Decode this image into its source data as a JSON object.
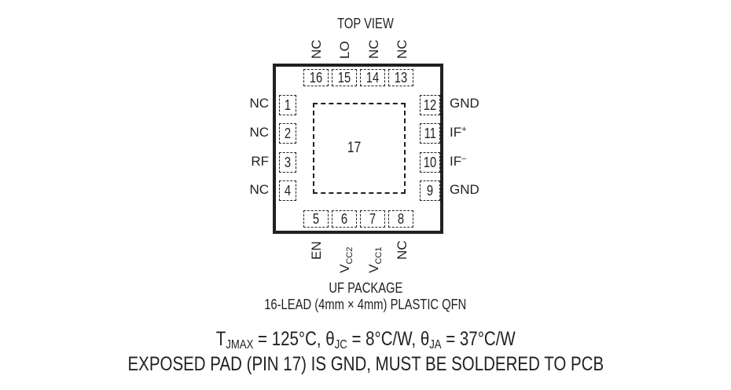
{
  "diagram": {
    "view_title": "TOP VIEW",
    "exposed_pad": {
      "number": "17"
    },
    "pins": {
      "top": [
        {
          "number": "16",
          "name": "NC"
        },
        {
          "number": "15",
          "name": "LO"
        },
        {
          "number": "14",
          "name": "NC"
        },
        {
          "number": "13",
          "name": "NC"
        }
      ],
      "left": [
        {
          "number": "1",
          "name": "NC"
        },
        {
          "number": "2",
          "name": "NC"
        },
        {
          "number": "3",
          "name": "RF"
        },
        {
          "number": "4",
          "name": "NC"
        }
      ],
      "right": [
        {
          "number": "12",
          "name": "GND"
        },
        {
          "number": "11",
          "name": "IF",
          "superscript": "+"
        },
        {
          "number": "10",
          "name": "IF",
          "superscript": "–"
        },
        {
          "number": "9",
          "name": "GND"
        }
      ],
      "bottom": [
        {
          "number": "5",
          "name": "EN"
        },
        {
          "number": "6",
          "name": "V",
          "subscript": "CC2"
        },
        {
          "number": "7",
          "name": "V",
          "subscript": "CC1"
        },
        {
          "number": "8",
          "name": "NC"
        }
      ]
    },
    "package_name": "UF PACKAGE",
    "package_desc": "16-LEAD (4mm × 4mm) PLASTIC QFN",
    "thermal": {
      "tj_symbol": "T",
      "tj_sub": "JMAX",
      "tj_value": " = 125°C, ",
      "jc_symbol": "θ",
      "jc_sub": "JC",
      "jc_value": " = 8°C/W, ",
      "ja_symbol": "θ",
      "ja_sub": "JA",
      "ja_value": " = 37°C/W"
    },
    "note": "EXPOSED PAD (PIN 17) IS GND, MUST BE SOLDERED TO PCB"
  }
}
